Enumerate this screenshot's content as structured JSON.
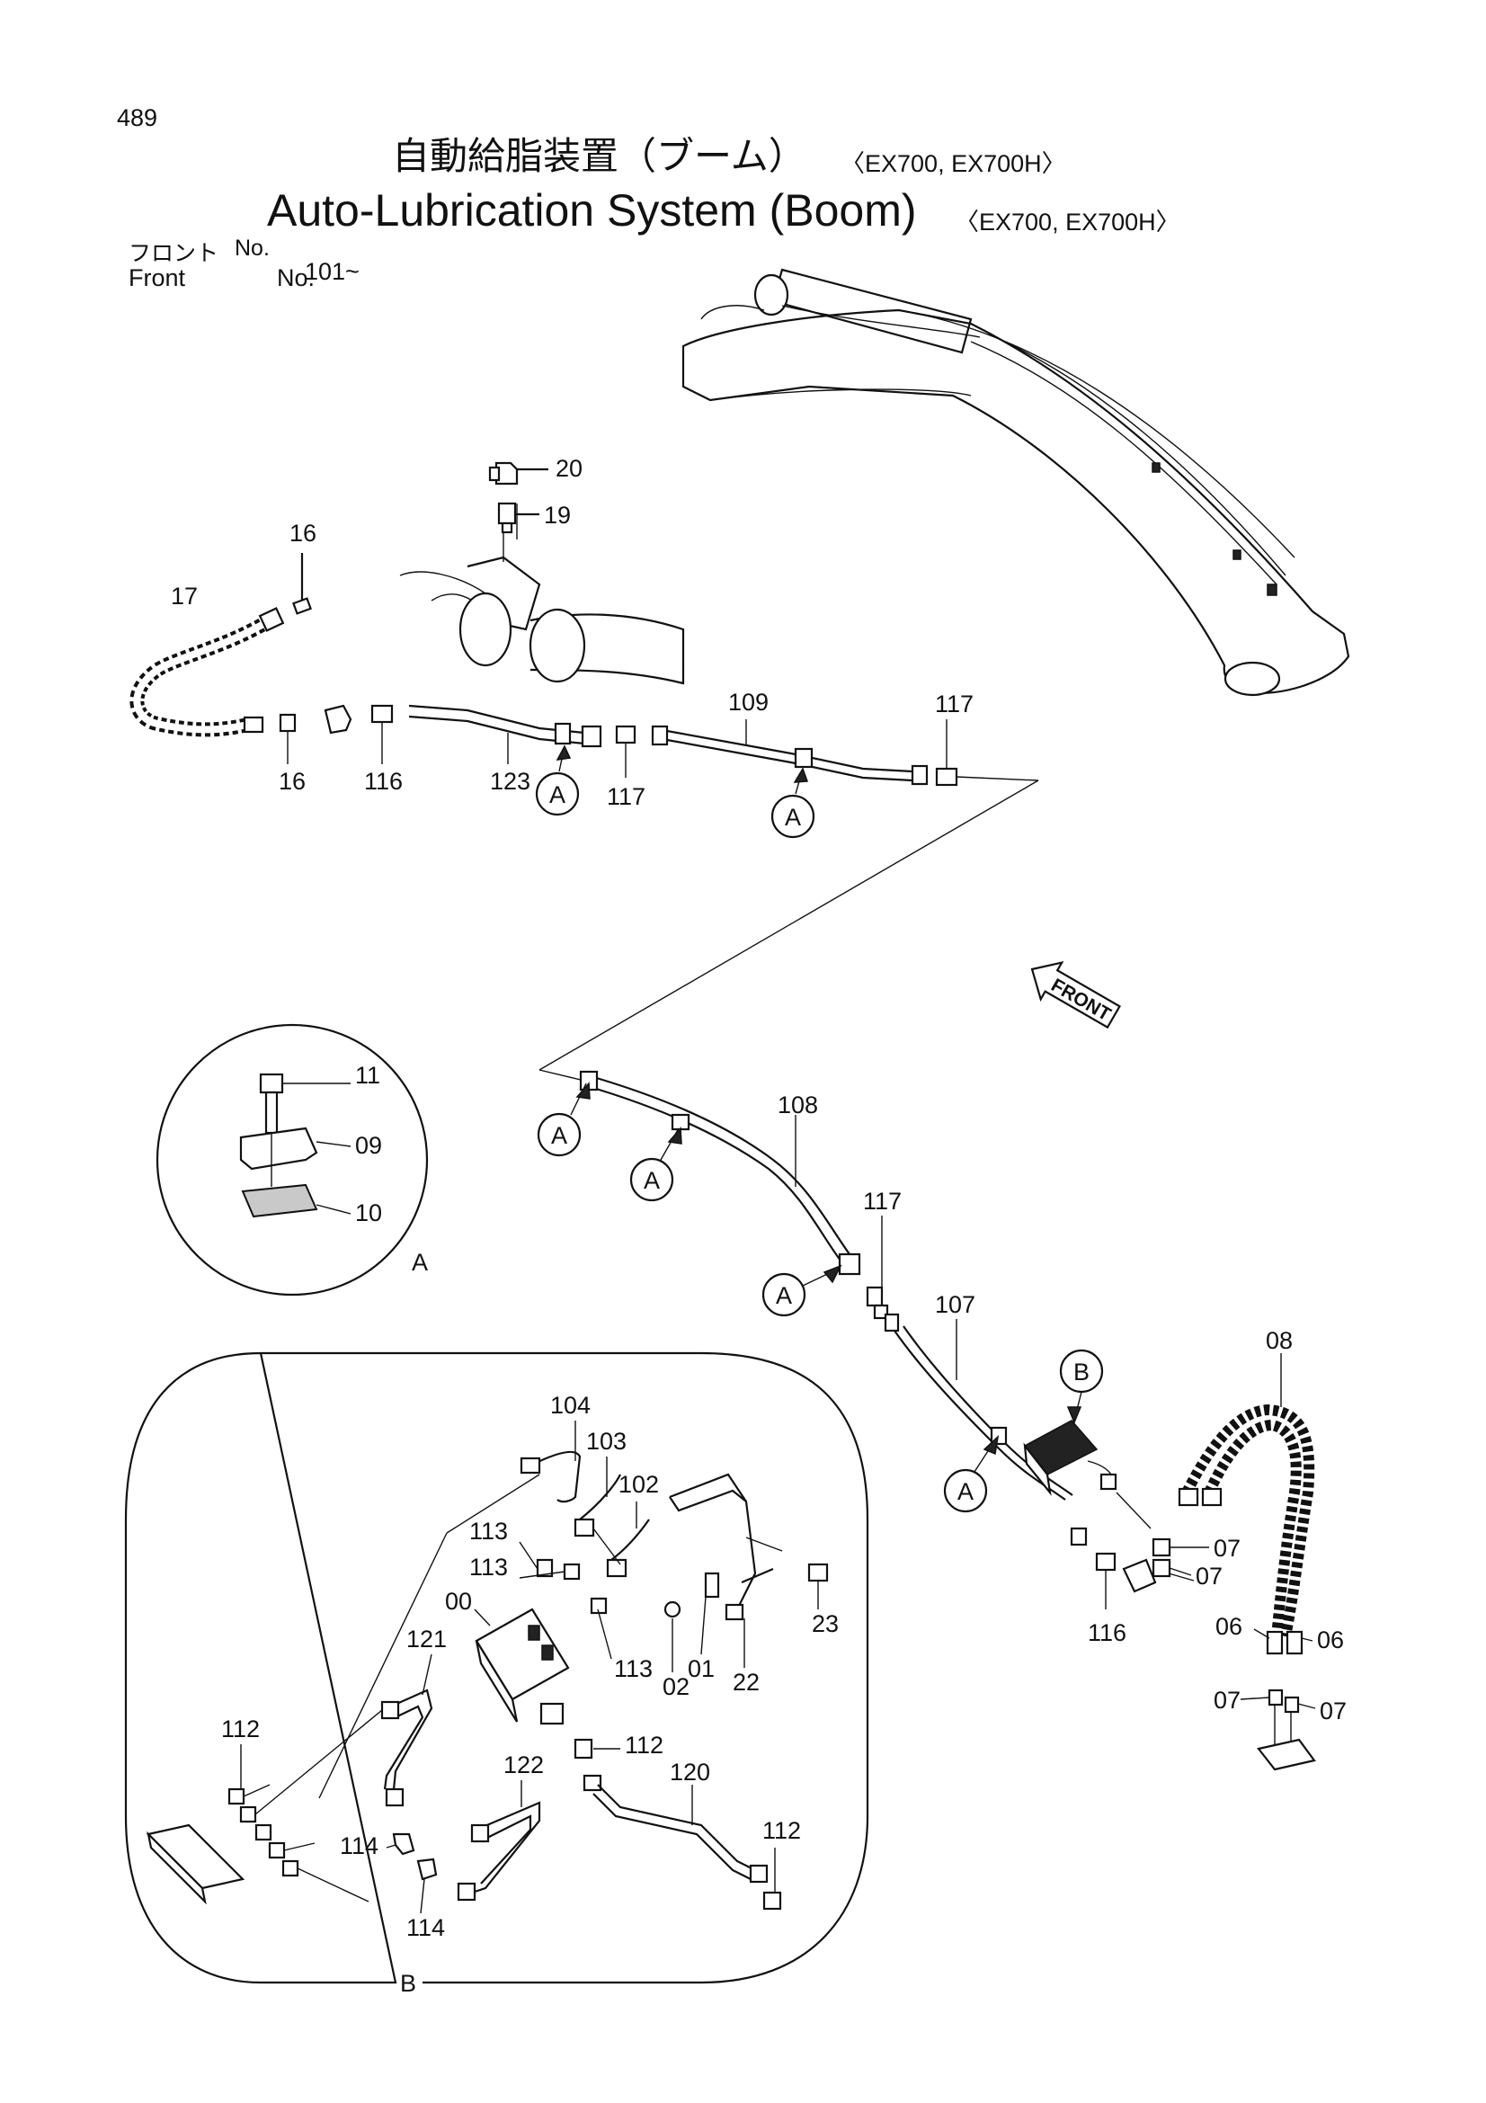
{
  "page": {
    "number": "489",
    "title_ja": "自動給脂装置（ブーム）",
    "title_ja_models": "〈EX700, EX700H〉",
    "title_en": "Auto-Lubrication System (Boom)",
    "title_en_models": "〈EX700, EX700H〉",
    "front_label_ja": "フロント",
    "front_label_en": "Front",
    "front_no_ja": "No.",
    "front_no_en": "No.",
    "front_range": "101~"
  },
  "diagram": {
    "front_arrow": "FRONT",
    "detail_a_label": "A",
    "detail_b_label": "B",
    "ref_a": "A",
    "ref_b": "B",
    "part_labels": {
      "p20": "20",
      "p19": "19",
      "p16a": "16",
      "p17": "17",
      "p16b": "16",
      "p116a": "116",
      "p123": "123",
      "p117a": "117",
      "p109": "109",
      "p117b": "117",
      "p11": "11",
      "p09": "09",
      "p10": "10",
      "p108": "108",
      "p117c": "117",
      "p107": "107",
      "p08": "08",
      "p07a": "07",
      "p07b": "07",
      "p116b": "116",
      "p06a": "06",
      "p06b": "06",
      "p07c": "07",
      "p07d": "07",
      "p104": "104",
      "p103": "103",
      "p102": "102",
      "p113a": "113",
      "p113b": "113",
      "p00": "00",
      "p113c": "113",
      "p02": "02",
      "p01": "01",
      "p22": "22",
      "p23": "23",
      "p121": "121",
      "p112a": "112",
      "p112b": "112",
      "p122": "122",
      "p120": "120",
      "p112c": "112",
      "p114a": "114",
      "p114b": "114"
    }
  }
}
